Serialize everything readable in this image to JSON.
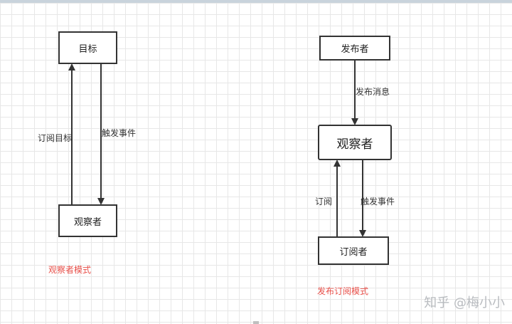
{
  "observer_pattern": {
    "nodes": {
      "subject": "目标",
      "observer": "观察者"
    },
    "edges": {
      "subscribe": "订阅目标",
      "trigger": "触发事件"
    },
    "caption": "观察者模式"
  },
  "pubsub_pattern": {
    "nodes": {
      "publisher": "发布者",
      "broker": "观察者",
      "subscriber": "订阅者"
    },
    "edges": {
      "publish": "发布消息",
      "subscribe": "订阅",
      "trigger": "触发事件"
    },
    "caption": "发布订阅模式"
  },
  "watermark": "知乎 @梅小小",
  "colors": {
    "caption": "#e8504a",
    "stroke": "#333333",
    "grid": "#e7e7e7"
  }
}
